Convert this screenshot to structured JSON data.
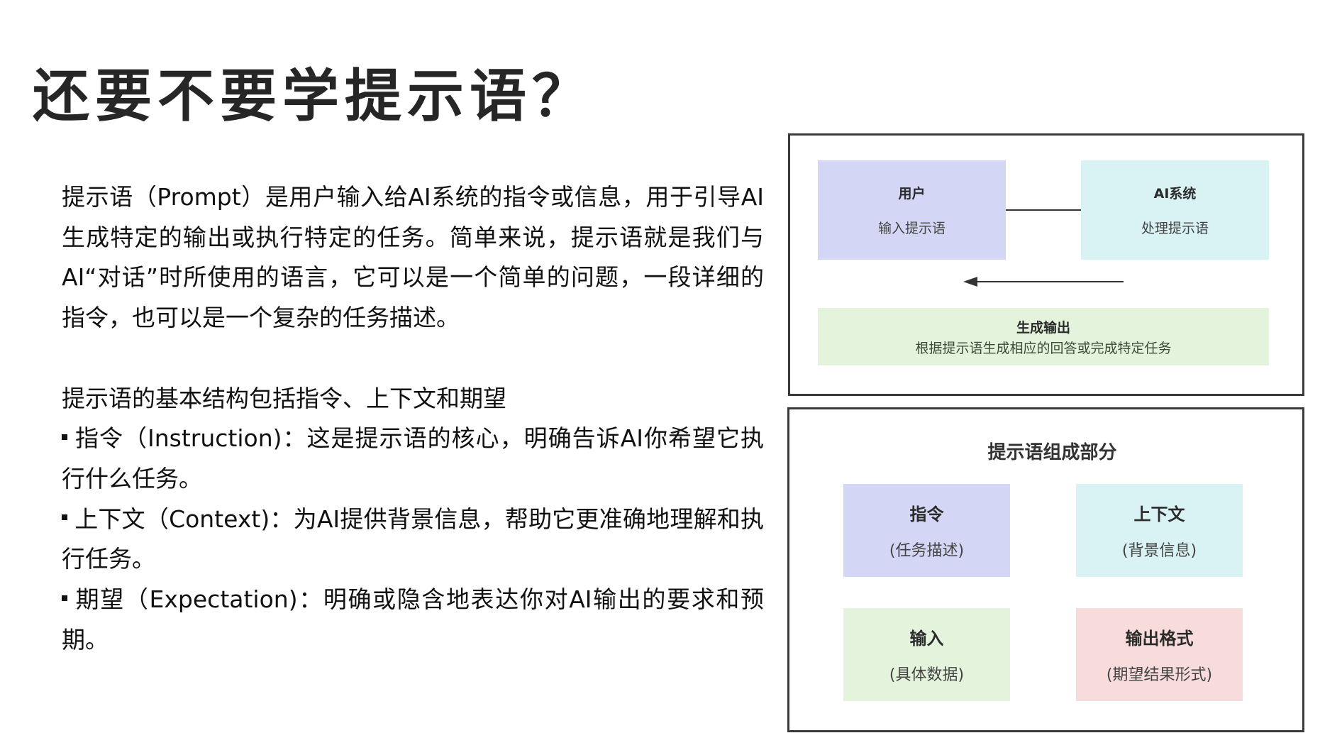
{
  "page": {
    "title": "还要不要学提示语？"
  },
  "left": {
    "intro_paragraph": "提示语（Prompt）是用户输入给AI系统的指令或信息，用于引导AI生成特定的输出或执行特定的任务。简单来说，提示语就是我们与AI“对话”时所使用的语言，它可以是一个简单的问题，一段详细的指令，也可以是一个复杂的任务描述。",
    "structure_heading": "提示语的基本结构包括指令、上下文和期望",
    "bullets": [
      {
        "text": "指令（Instruction)：这是提示语的核心，明确告诉AI你希望它执行什么任务。"
      },
      {
        "text": "上下文（Context)：为AI提供背景信息，帮助它更准确地理解和执行任务。"
      },
      {
        "text": "期望（Expectation)：明确或隐含地表达你对AI输出的要求和预期。"
      }
    ]
  },
  "flow_diagram": {
    "nodes": {
      "user": {
        "label": "用户",
        "sub": "输入提示语",
        "color": "#d4d6f6"
      },
      "ai": {
        "label": "AI系统",
        "sub": "处理提示语",
        "color": "#d9f3f4"
      },
      "output": {
        "label": "生成输出",
        "sub": "根据提示语生成相应的回答或完成特定任务",
        "color": "#e4f4dc"
      }
    },
    "edges": [
      {
        "from": "user",
        "to": "ai",
        "type": "line"
      },
      {
        "from": "ai",
        "to": "user",
        "type": "arrow-left"
      }
    ]
  },
  "components_diagram": {
    "title": "提示语组成部分",
    "items": [
      {
        "label": "指令",
        "sub": "(任务描述)",
        "color": "#d4d6f6"
      },
      {
        "label": "上下文",
        "sub": "(背景信息)",
        "color": "#d9f3f4"
      },
      {
        "label": "输入",
        "sub": "(具体数据)",
        "color": "#e4f4dc"
      },
      {
        "label": "输出格式",
        "sub": "(期望结果形式)",
        "color": "#f8dcdc"
      }
    ]
  }
}
